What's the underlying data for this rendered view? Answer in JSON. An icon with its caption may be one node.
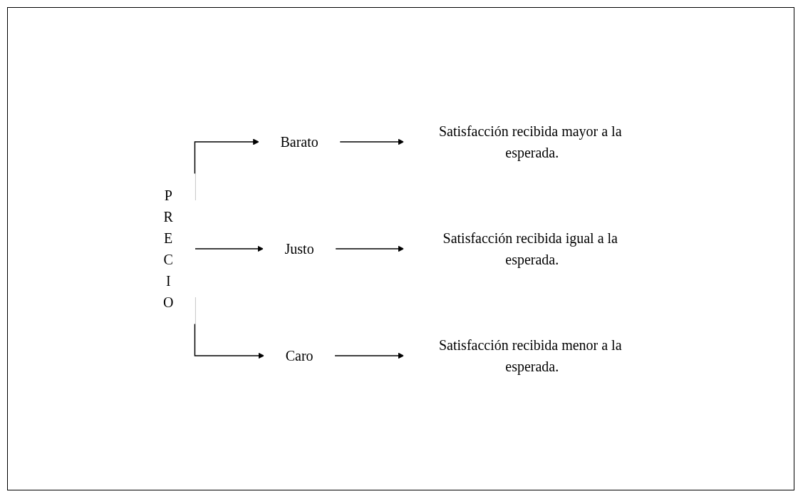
{
  "diagram": {
    "nodes": [
      {
        "text": [
          "P R E C I O"
        ]
      },
      {
        "text": [
          "Barato"
        ]
      },
      {
        "text": [
          "Satisfacción recibida mayor a la esperada."
        ]
      },
      {
        "text": [
          "Justo"
        ]
      },
      {
        "text": [
          "Satisfacción recibida igual a la esperada."
        ]
      },
      {
        "text": [
          "Caro"
        ]
      },
      {
        "text": [
          "Satisfacción recibida menor a la esperada."
        ]
      }
    ],
    "edges": [
      {
        "from": 0,
        "to": 1,
        "arrow": "to"
      },
      {
        "from": 1,
        "to": 2,
        "arrow": "to"
      },
      {
        "from": 0,
        "to": 3,
        "arrow": "to"
      },
      {
        "from": 3,
        "to": 4,
        "arrow": "to"
      },
      {
        "from": 0,
        "to": 5,
        "arrow": "to"
      },
      {
        "from": 5,
        "to": 6,
        "arrow": "to"
      }
    ]
  }
}
